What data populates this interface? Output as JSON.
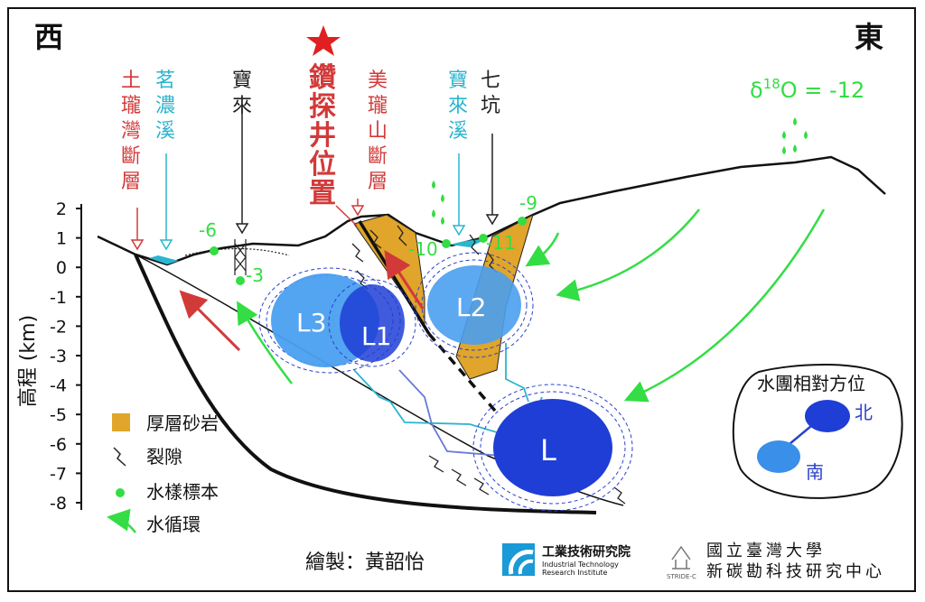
{
  "corners": {
    "west": "西",
    "east": "東"
  },
  "star_label": "鑽探井位置",
  "top_labels": [
    {
      "key": "tulong",
      "text": "土瓏灣斷層",
      "color": "#d23a3a"
    },
    {
      "key": "minnong",
      "text": "茗濃溪",
      "color": "#2bb5cf"
    },
    {
      "key": "baolai",
      "text": "寶來",
      "color": "#222222"
    },
    {
      "key": "meilong",
      "text": "美瓏山斷層",
      "color": "#d23a3a"
    },
    {
      "key": "baolaixi",
      "text": "寶來溪",
      "color": "#2bb5cf"
    },
    {
      "key": "qikeng",
      "text": "七坑",
      "color": "#222222"
    }
  ],
  "delta_label": "δ18O = -12",
  "delta": {
    "prefix": "δ",
    "sup": "18",
    "suffix": "O = -12"
  },
  "sample_values": [
    "-6",
    "-3",
    "-10",
    "-11",
    "-9"
  ],
  "y_axis": {
    "label": "高程 (km)",
    "ticks": [
      "2",
      "1",
      "0",
      "-1",
      "-2",
      "-3",
      "-4",
      "-5",
      "-6",
      "-7",
      "-8"
    ]
  },
  "reservoirs": [
    "L3",
    "L1",
    "L2",
    "L"
  ],
  "legend": [
    {
      "key": "sandstone",
      "label": "厚層砂岩"
    },
    {
      "key": "fracture",
      "label": "裂隙"
    },
    {
      "key": "sample",
      "label": "水樣標本"
    },
    {
      "key": "cycle",
      "label": "水循環"
    }
  ],
  "orientation_box": {
    "title": "水團相對方位",
    "north": "北",
    "south": "南"
  },
  "credit": "繪製：黃韶怡",
  "itri": {
    "name": "工業技術研究院",
    "en_line1": "Industrial Technology",
    "en_line2": "Research Institute"
  },
  "ntu": {
    "line1": "國立臺灣大學",
    "line2": "新碳勘科技研究中心",
    "logo_text": "STRIDE-C"
  },
  "colors": {
    "red": "#d23a3a",
    "cyan": "#2bb5cf",
    "green": "#33dd44",
    "sandstone": "#e0a52a",
    "light_blue": "#4a9ff0",
    "dark_blue": "#1f3ed6",
    "deep_blue": "#2a40cc"
  }
}
